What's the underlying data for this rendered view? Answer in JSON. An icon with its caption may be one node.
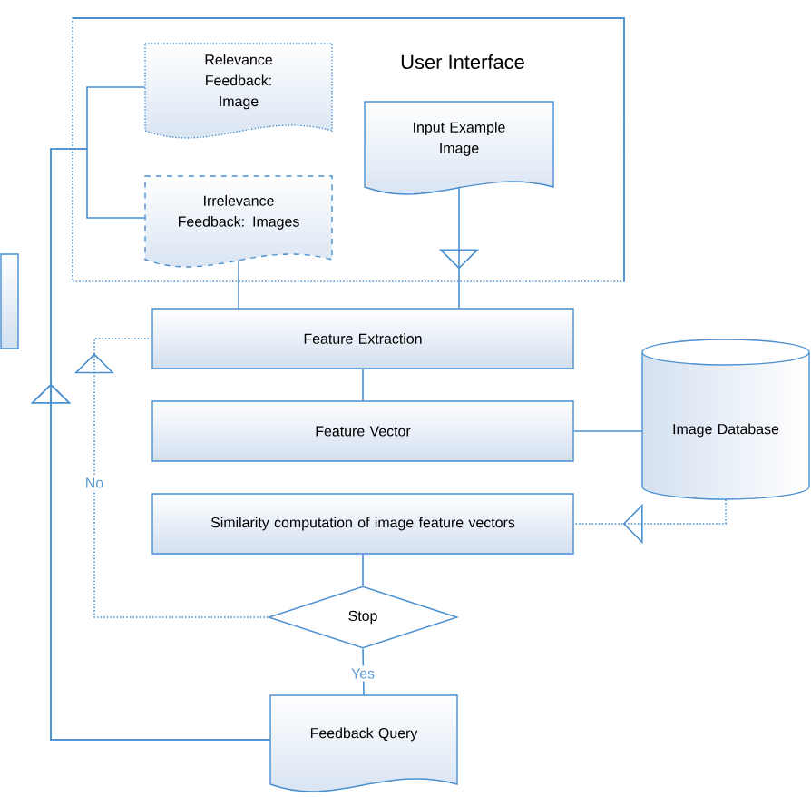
{
  "diagram": {
    "nodes": [
      {
        "text": [
          "User Interface"
        ]
      },
      {
        "text": [
          "Relevance Feedback: Image"
        ],
        "in": 0
      },
      {
        "text": [
          "Irrelevance Feedback: Images"
        ],
        "in": 0
      },
      {
        "text": [
          "Input Example Image"
        ],
        "in": 0
      },
      {
        "text": [
          "Feature Extraction"
        ]
      },
      {
        "text": [
          "Feature Vector"
        ]
      },
      {
        "text": [
          "Image Database"
        ]
      },
      {
        "text": [
          "Similarity computation of image feature vectors"
        ]
      },
      {
        "text": [
          "Stop"
        ]
      },
      {
        "text": [
          "Feedback Query"
        ]
      },
      {
        "text": [],
        "shape": "box"
      }
    ],
    "edges": [
      {
        "from": 9,
        "to": 1,
        "arrow": "to"
      },
      {
        "from": 9,
        "to": 2,
        "arrow": "to"
      },
      {
        "from": 3,
        "to": 4,
        "arrow": "to"
      },
      {
        "from": 2,
        "to": 4,
        "arrow": "none"
      },
      {
        "from": 4,
        "to": 5,
        "arrow": "none"
      },
      {
        "from": 5,
        "to": 6,
        "arrow": "none"
      },
      {
        "from": 6,
        "to": 7,
        "arrow": "to",
        "style": "dashed"
      },
      {
        "from": 7,
        "to": 8,
        "arrow": "none"
      },
      {
        "from": 8,
        "to": 4,
        "arrow": "to",
        "label": "No",
        "style": "dashed"
      },
      {
        "from": 8,
        "to": 9,
        "arrow": "none",
        "label": "Yes"
      }
    ]
  }
}
